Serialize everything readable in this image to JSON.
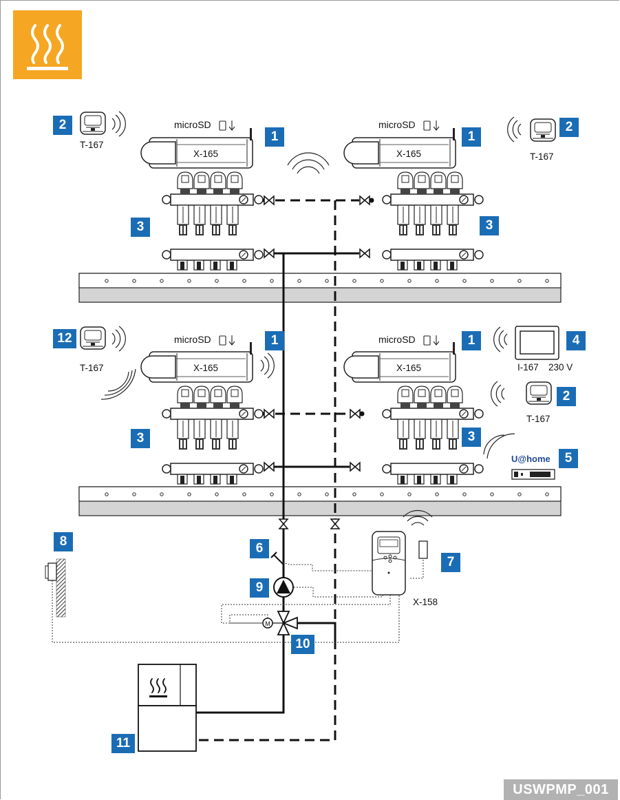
{
  "logo": {
    "icon": "heating-icon",
    "color": "#f5a623"
  },
  "controller_model": "X-165",
  "sd_label": "microSD",
  "thermostat_model": "T-167",
  "interface_model": "I-167",
  "interface_voltage": "230 V",
  "heat_controller_model": "X-158",
  "gateway_brand": "U@home",
  "badges": {
    "b1": "1",
    "b2": "2",
    "b3": "3",
    "b4": "4",
    "b5": "5",
    "b6": "6",
    "b7": "7",
    "b8": "8",
    "b9": "9",
    "b10": "10",
    "b11": "11",
    "b12": "12"
  },
  "figure_code": "USWPMP_001",
  "colors": {
    "badge": "#1a6db5",
    "accent": "#f5a623",
    "floor": "#d4d4d4",
    "code_bg": "#b2b2b2"
  }
}
